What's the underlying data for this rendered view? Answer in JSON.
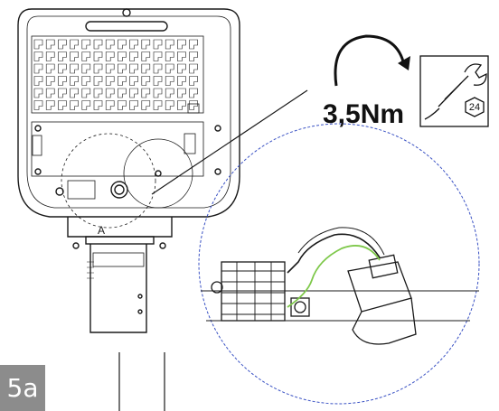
{
  "step": {
    "label": "5a"
  },
  "torque": {
    "value": "3,5Nm",
    "direction": "clockwise",
    "icon": "rotate-clockwise-icon"
  },
  "tool": {
    "icon": "wrench-icon",
    "size": "24"
  },
  "callout": {
    "label": "A"
  },
  "colors": {
    "wire_green": "#7ec84a",
    "detail_circle": "#3a52c4",
    "step_badge": "#8c8c8c",
    "line": "#1a1a1a"
  }
}
